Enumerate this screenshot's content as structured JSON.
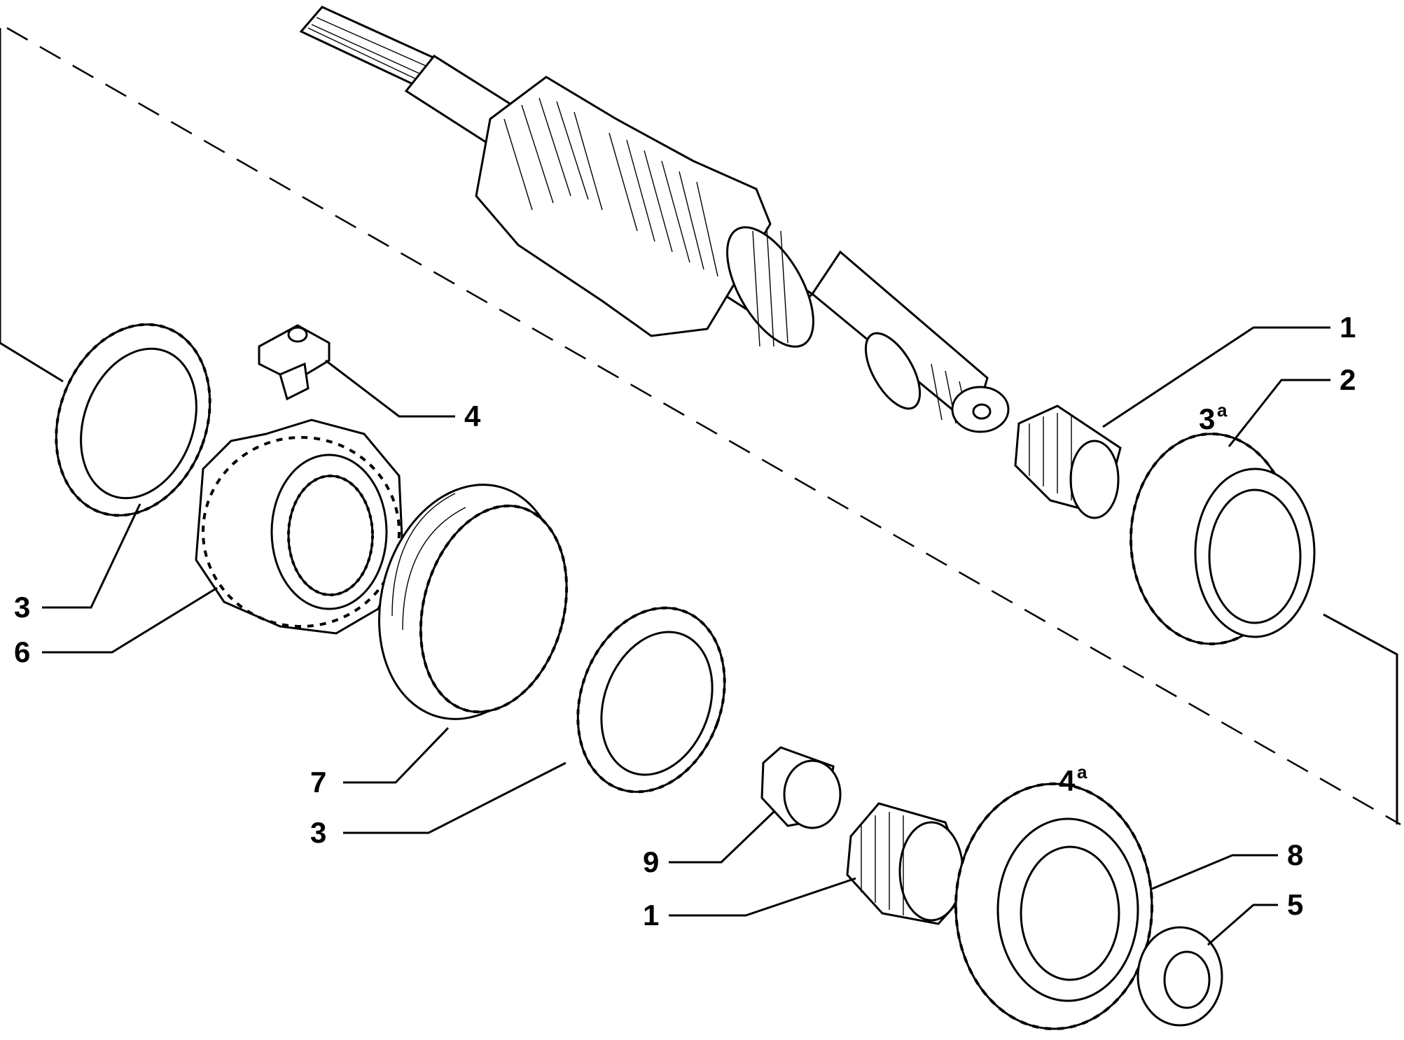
{
  "callouts": [
    {
      "id": "c-1a",
      "number": "1"
    },
    {
      "id": "c-2",
      "number": "2"
    },
    {
      "id": "c-4",
      "number": "4"
    },
    {
      "id": "c-3a",
      "number": "3"
    },
    {
      "id": "c-6",
      "number": "6"
    },
    {
      "id": "c-7",
      "number": "7"
    },
    {
      "id": "c-3b",
      "number": "3"
    },
    {
      "id": "c-9",
      "number": "9"
    },
    {
      "id": "c-1b",
      "number": "1"
    },
    {
      "id": "c-8",
      "number": "8"
    },
    {
      "id": "c-5",
      "number": "5"
    }
  ],
  "gear_labels": {
    "third": {
      "main": "3",
      "sup": "a"
    },
    "fourth": {
      "main": "4",
      "sup": "a"
    }
  }
}
